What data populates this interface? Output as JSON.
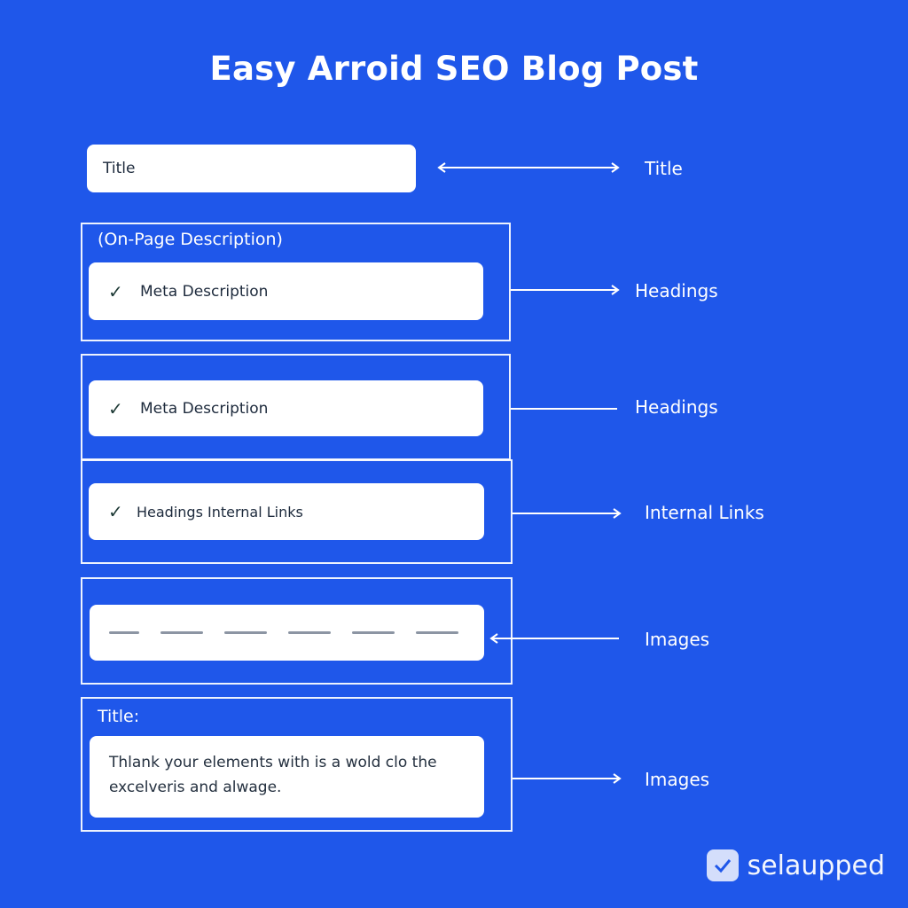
{
  "header": {
    "title": "Easy Arroid SEO Blog Post"
  },
  "colors": {
    "background": "#1f57ea",
    "card": "#ffffff",
    "check": "#1e3a36"
  },
  "rows": {
    "title_field": {
      "text": "Title",
      "side_label": "Title"
    },
    "group1": {
      "label": "(On-Page Description)",
      "item": "Meta Description",
      "icon": "check-icon",
      "side_label": "Headings"
    },
    "group2": {
      "item": "Meta Description",
      "icon": "check-icon",
      "side_label": "Headings"
    },
    "group3": {
      "item": "Headings Internal Links",
      "icon": "check-icon",
      "side_label": "Internal Links"
    },
    "group4": {
      "icon": "placeholder-lines",
      "side_label": "Images"
    },
    "group5": {
      "label": "Title:",
      "text_line1": "Thlank your elements with is a wold clo the",
      "text_line2": "excelveris and alwage.",
      "side_label": "Images"
    }
  },
  "branding": {
    "logo_text": "selaupped",
    "icon": "logo-icon"
  }
}
